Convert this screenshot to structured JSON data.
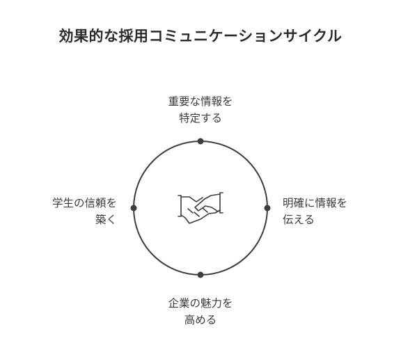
{
  "title": "効果的な採用コミュニケーションサイクル",
  "center_icon": "handshake-icon",
  "colors": {
    "stroke": "#3c3c3c",
    "text": "#3a3a3a",
    "background": "#ffffff"
  },
  "nodes": {
    "top": {
      "line1": "重要な情報を",
      "line2": "特定する"
    },
    "right": {
      "line1": "明確に情報を",
      "line2": "伝える"
    },
    "bottom": {
      "line1": "企業の魅力を",
      "line2": "高める"
    },
    "left": {
      "line1": "学生の信頼を",
      "line2": "築く"
    }
  }
}
